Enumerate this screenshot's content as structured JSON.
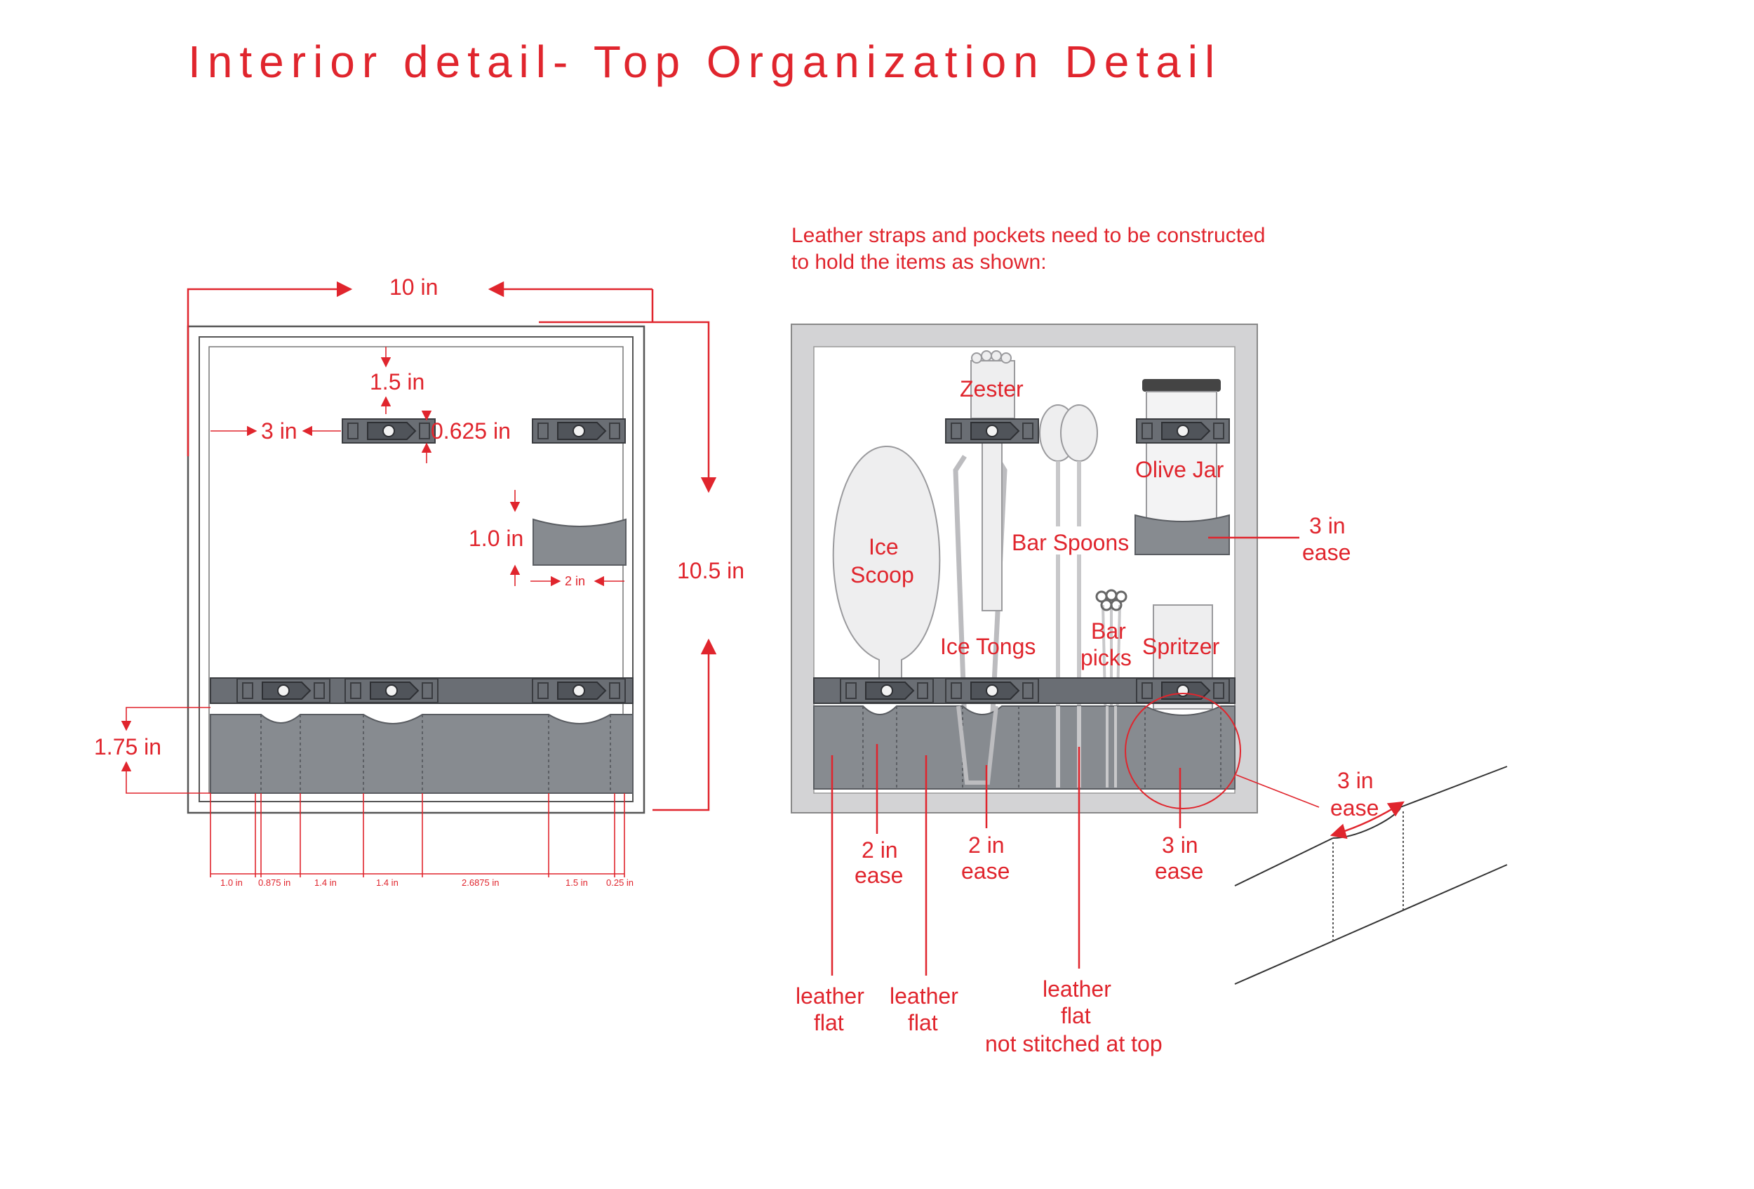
{
  "title": "Interior detail- Top Organization Detail",
  "note": {
    "line1": "Leather straps and pockets need to be constructed",
    "line2": "to hold the items as shown:"
  },
  "left_view": {
    "width_label": "10 in",
    "height_label": "10.5 in",
    "strap_offset_label": "1.5 in",
    "strap_side_label": "3 in",
    "strap_height_label": "0.625 in",
    "pocket_height_label": "1.0 in",
    "pocket_width_label": "2 in",
    "bottom_pocket_height_label": "1.75 in",
    "bottom_dims": [
      "1.0 in",
      "0.875 in",
      "1.4 in",
      "1.4 in",
      "2.6875 in",
      "1.5 in",
      "0.25 in"
    ]
  },
  "right_view": {
    "items": {
      "zester": "Zester",
      "olive_jar": "Olive Jar",
      "ice_scoop_1": "Ice",
      "ice_scoop_2": "Scoop",
      "bar_spoons": "Bar Spoons",
      "bar_picks_1": "Bar",
      "bar_picks_2": "picks",
      "ice_tongs": "Ice Tongs",
      "spritzer": "Spritzer"
    },
    "ease_jar_1": "3 in",
    "ease_jar_2": "ease",
    "ease_a_1": "2 in",
    "ease_a_2": "ease",
    "ease_b_1": "2 in",
    "ease_b_2": "ease",
    "ease_c_1": "3 in",
    "ease_c_2": "ease",
    "ease_detail_1": "3 in",
    "ease_detail_2": "ease",
    "flat_a_1": "leather",
    "flat_a_2": "flat",
    "flat_b_1": "leather",
    "flat_b_2": "flat",
    "flat_c_1": "leather",
    "flat_c_2": "flat",
    "flat_c_3": "not stitched at top"
  },
  "colors": {
    "accent": "#e0252d",
    "leather_strap": "#6a6e74",
    "leather_pocket": "#878b90",
    "board": "#d3d3d5"
  }
}
